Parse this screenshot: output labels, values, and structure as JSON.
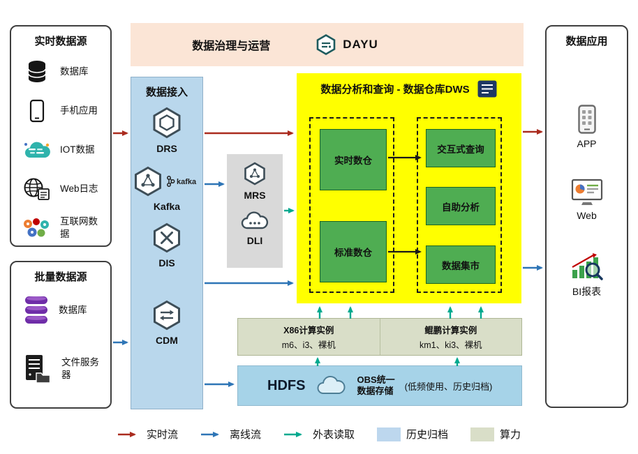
{
  "colors": {
    "realtime_flow": "#AA2B1E",
    "offline_flow": "#2E75B6",
    "external_read": "#00A98F",
    "history_archive": "#BDD7EE",
    "compute_power": "#D9DEC8",
    "dws_background": "#FFFF00",
    "warehouse_green": "#4FAD52",
    "ingestion_background": "#B9D7EC",
    "governance_background": "#FBE5D6",
    "mrs_dli_background": "#D9D9D9",
    "hdfs_background": "#A6D3E8"
  },
  "realtime_sources": {
    "title": "实时数据源",
    "items": [
      {
        "label": "数据库",
        "icon": "database-icon"
      },
      {
        "label": "手机应用",
        "icon": "mobile-phone-icon"
      },
      {
        "label": "IOT数据",
        "icon": "iot-cloud-icon"
      },
      {
        "label": "Web日志",
        "icon": "globe-log-icon"
      },
      {
        "label": "互联网数据",
        "icon": "internet-data-icon"
      }
    ]
  },
  "batch_sources": {
    "title": "批量数据源",
    "items": [
      {
        "label": "数据库",
        "icon": "purple-database-icon"
      },
      {
        "label": "文件服务器",
        "icon": "file-server-icon"
      }
    ]
  },
  "governance": {
    "title": "数据治理与运营",
    "brand": "DAYU"
  },
  "ingestion": {
    "title": "数据接入",
    "items": [
      {
        "label": "DRS",
        "icon": "drs-hexagon-icon"
      },
      {
        "label": "Kafka",
        "icon": "kafka-hexagon-icon",
        "logo_text": "kafka"
      },
      {
        "label": "DIS",
        "icon": "dis-hexagon-icon"
      },
      {
        "label": "CDM",
        "icon": "cdm-hexagon-icon"
      }
    ]
  },
  "mrs_dli": {
    "items": [
      {
        "label": "MRS",
        "icon": "mrs-hexagon-icon"
      },
      {
        "label": "DLI",
        "icon": "dli-cloud-icon"
      }
    ]
  },
  "dws": {
    "title": "数据分析和查询 - 数据仓库DWS",
    "warehouses": [
      "实时数仓",
      "标准数仓"
    ],
    "services": [
      "交互式查询",
      "自助分析",
      "数据集市"
    ]
  },
  "compute": {
    "x86_title": "X86计算实例",
    "x86_models": "m6、i3、裸机",
    "kunpeng_title": "鲲鹏计算实例",
    "kunpeng_models": "km1、ki3、裸机"
  },
  "storage": {
    "hdfs": "HDFS",
    "obs_line1": "OBS统一",
    "obs_line2": "数据存储",
    "note": "(低频使用、历史归档)"
  },
  "applications": {
    "title": "数据应用",
    "items": [
      {
        "label": "APP",
        "icon": "app-phone-icon"
      },
      {
        "label": "Web",
        "icon": "web-monitor-icon"
      },
      {
        "label": "BI报表",
        "icon": "bi-report-icon"
      }
    ]
  },
  "legend": {
    "items": [
      {
        "label": "实时流",
        "type": "arrow",
        "color": "#AA2B1E"
      },
      {
        "label": "离线流",
        "type": "arrow",
        "color": "#2E75B6"
      },
      {
        "label": "外表读取",
        "type": "arrow",
        "color": "#00A98F"
      },
      {
        "label": "历史归档",
        "type": "swatch",
        "color": "#BDD7EE"
      },
      {
        "label": "算力",
        "type": "swatch",
        "color": "#D9DEC8"
      }
    ]
  }
}
